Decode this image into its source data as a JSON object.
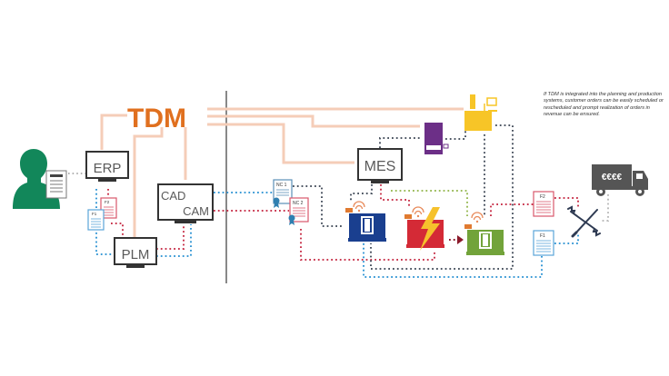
{
  "title": "TDM",
  "note": "If TDM is integrated into the planning and production systems, customer orders can be easily scheduled or rescheduled and prompt realization of orders in revenue can be ensured.",
  "systems": {
    "erp": "ERP",
    "plm": "PLM",
    "cad": "CAD",
    "cam": "CAM",
    "mes": "MES"
  },
  "documents": {
    "f1_left": "F1",
    "f2_left": "F2",
    "nc1": "NC 1",
    "nc2": "NC 2",
    "f2_right": "F2",
    "f1_right": "F1"
  },
  "truck_label": "€€€€",
  "colors": {
    "tdm_orange": "#e0701f",
    "tdm_lines": "#f5cdb8",
    "person_green": "#12875a",
    "monitor_dark": "#333333",
    "blue_dotted": "#3a9ad6",
    "red_dotted": "#c9374f",
    "gray_dotted": "#4d5663",
    "green_dotted": "#9bbb59",
    "machine_blue": "#1a3f8f",
    "machine_red": "#d42a36",
    "machine_green": "#72a33a",
    "lightning": "#f6c12c",
    "purple": "#6c2f87",
    "yellow": "#f7c527",
    "divider": "#555555"
  }
}
